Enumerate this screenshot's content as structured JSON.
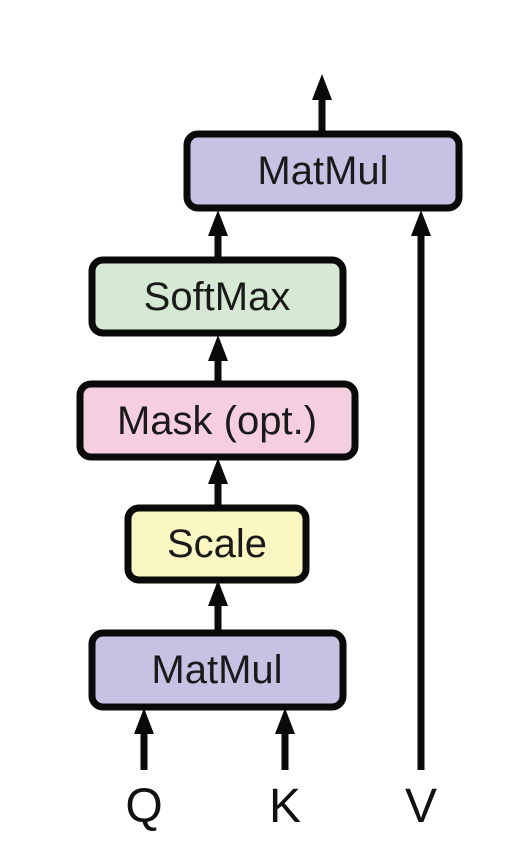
{
  "diagram": {
    "nodes": {
      "matmul_top": {
        "label": "MatMul",
        "fill": "#c7c2e3"
      },
      "softmax": {
        "label": "SoftMax",
        "fill": "#d5e9d4"
      },
      "mask": {
        "label": "Mask (opt.)",
        "fill": "#f5cfe0"
      },
      "scale": {
        "label": "Scale",
        "fill": "#fbf7c3"
      },
      "matmul_bottom": {
        "label": "MatMul",
        "fill": "#c7c2e3"
      }
    },
    "inputs": {
      "q": "Q",
      "k": "K",
      "v": "V"
    },
    "colors": {
      "stroke": "#0a0a0a"
    }
  }
}
